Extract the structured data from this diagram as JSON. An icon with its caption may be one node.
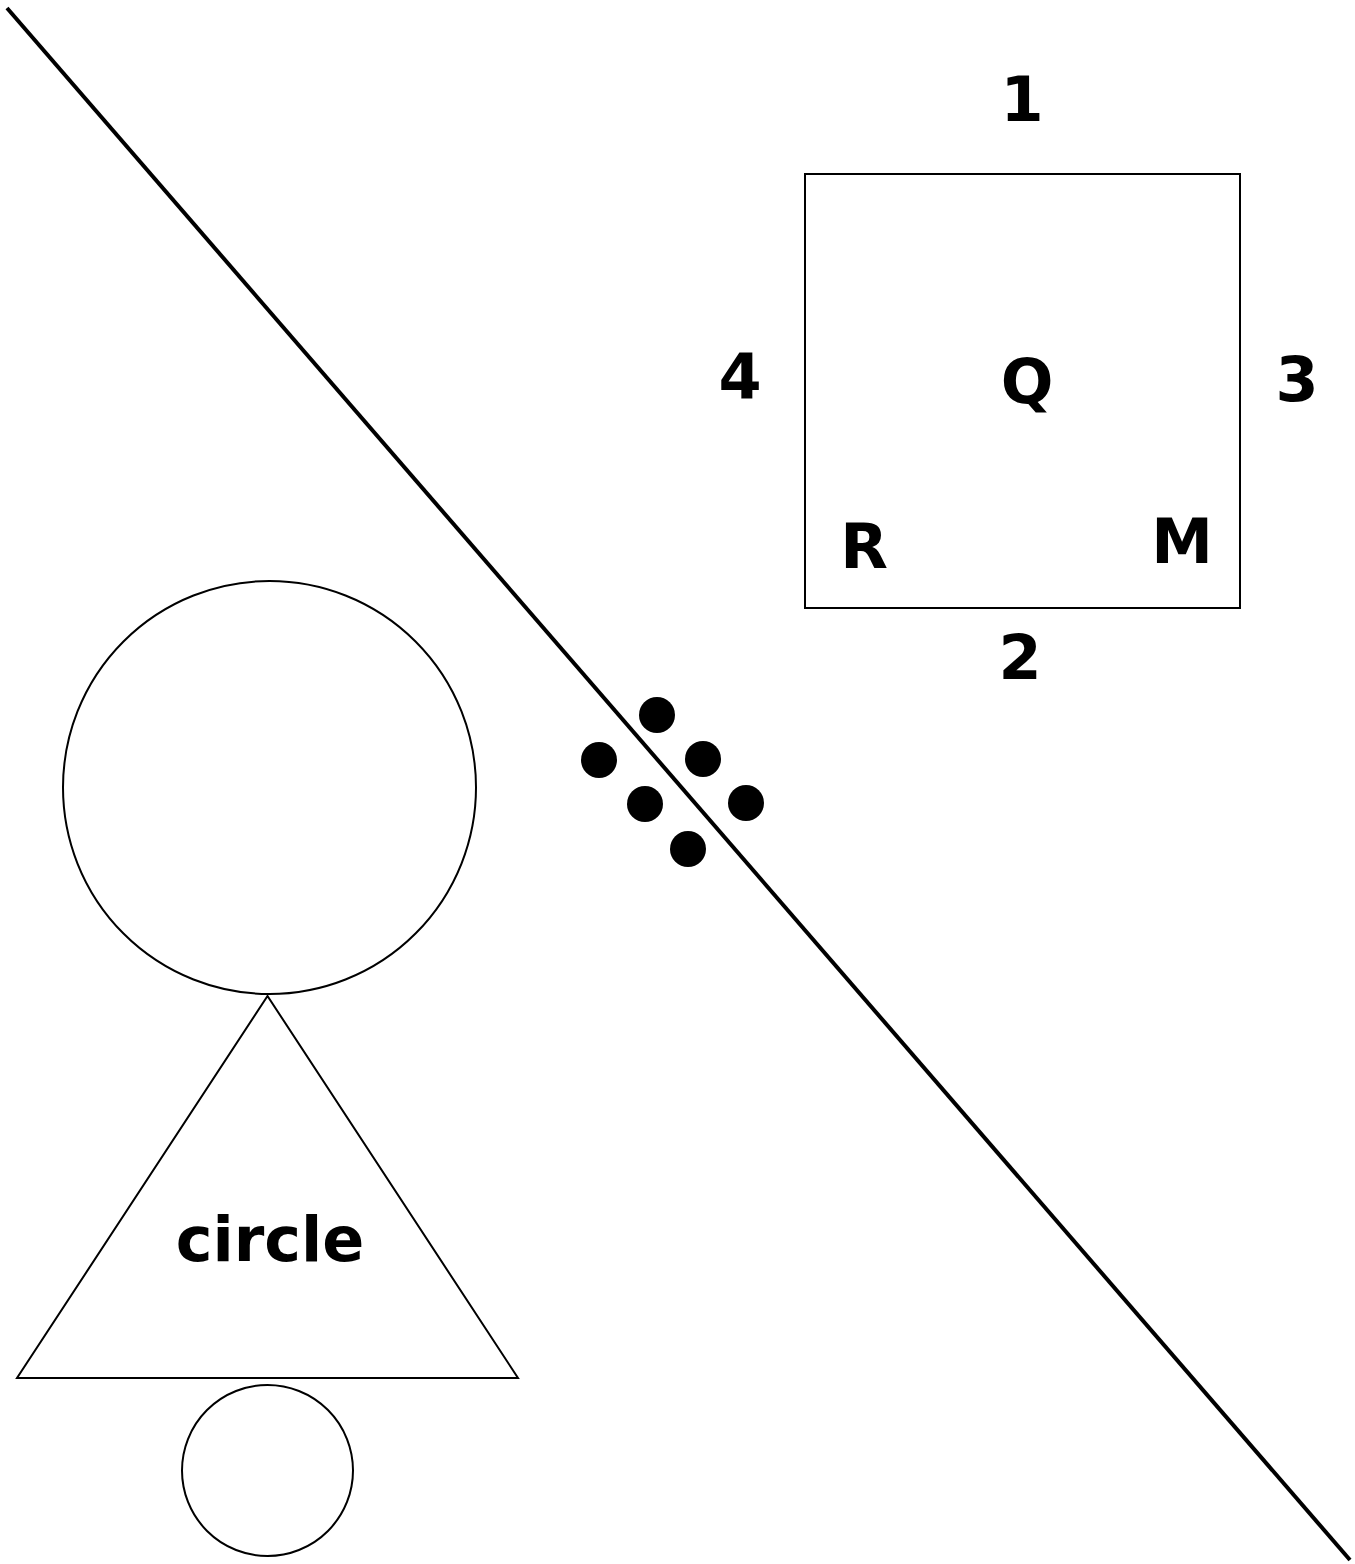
{
  "diagram": {
    "nodes": [
      {
        "text": [
          "Q",
          "R",
          "M"
        ],
        "beside": [
          "1",
          "4",
          "3",
          "2"
        ]
      },
      {
        "text": [],
        "shape": "circle"
      },
      {
        "text": [
          "circle"
        ]
      },
      {
        "text": [],
        "shape": "circle"
      }
    ]
  }
}
